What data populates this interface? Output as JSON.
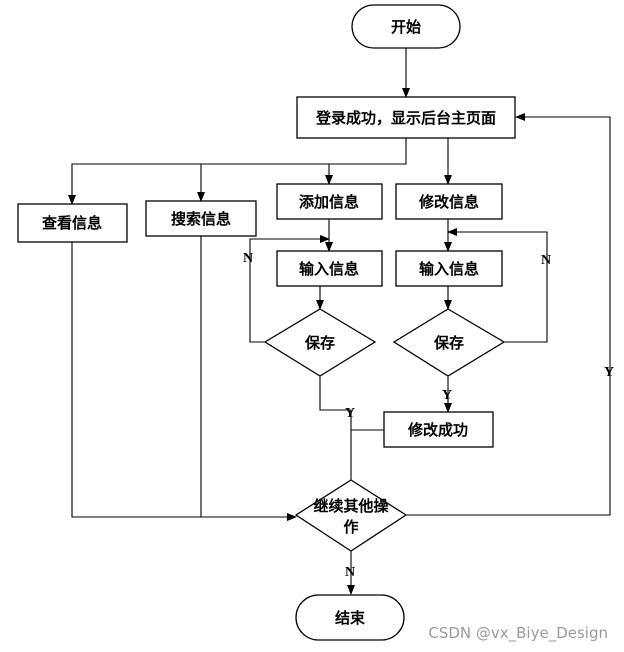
{
  "nodes": {
    "start": "开始",
    "login": "登录成功，显示后台主页面",
    "view": "查看信息",
    "search": "搜索信息",
    "add": "添加信息",
    "modify": "修改信息",
    "input_left": "输入信息",
    "input_right": "输入信息",
    "save_left": "保存",
    "save_right": "保存",
    "modify_success": "修改成功",
    "continue_line1": "继续其他操",
    "continue_line2": "作",
    "end": "结束"
  },
  "edge_labels": {
    "save_left_no": "N",
    "save_left_yes": "Y",
    "save_right_no": "N",
    "save_right_yes": "Y",
    "continue_yes": "Y",
    "continue_no": "N"
  },
  "watermark": "CSDN @vx_Biye_Design"
}
